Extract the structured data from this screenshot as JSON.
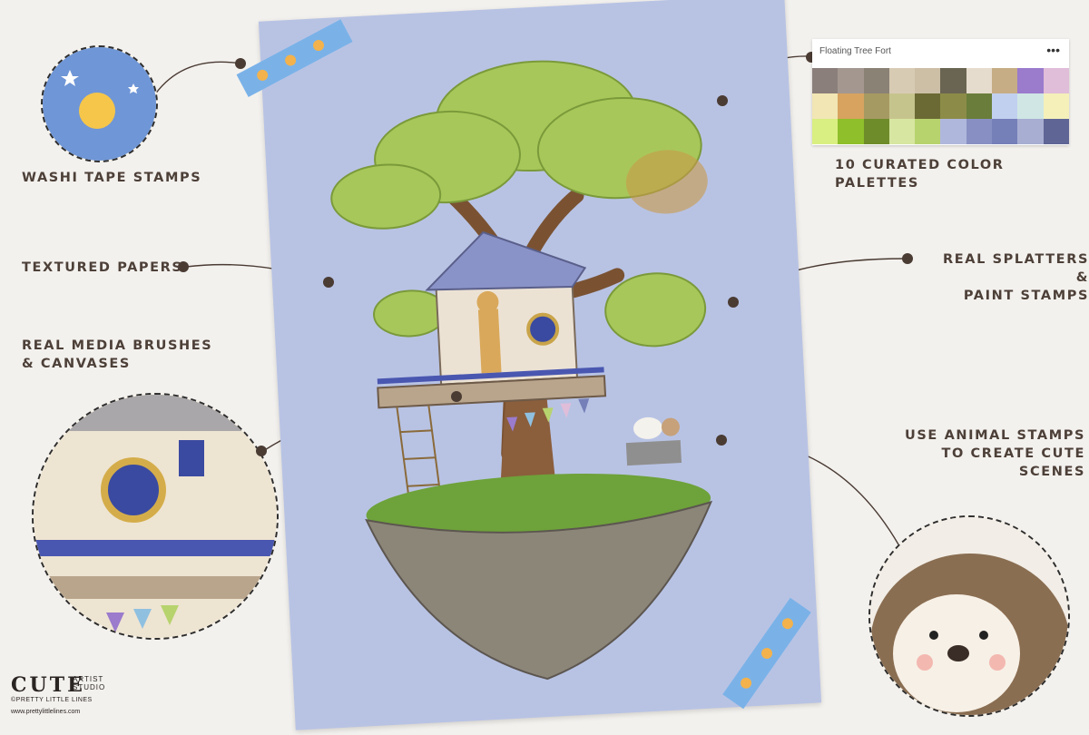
{
  "labels": {
    "washi": "WASHI TAPE STAMPS",
    "textured": "TEXTURED PAPERS",
    "brushes": "REAL MEDIA BRUSHES\n& CANVASES",
    "palettes": "10 CURATED COLOR PALETTES",
    "splatters": "REAL SPLATTERS &\nPAINT STAMPS",
    "animals": "USE ANIMAL STAMPS\nTO CREATE CUTE\nSCENES"
  },
  "palette": {
    "title": "Floating Tree Fort",
    "menu": "•••",
    "colors": [
      "#8b7f7b",
      "#a39790",
      "#8a8275",
      "#d8cbb4",
      "#cdbfa6",
      "#6a6552",
      "#e6dccd",
      "#c6ad85",
      "#9a7bcc",
      "#e0bdd9",
      "#f1e6b4",
      "#d7a35f",
      "#a69a63",
      "#c6c48d",
      "#6b6a34",
      "#8c8c48",
      "#6a7d3a",
      "#c1d0ef",
      "#cfe6e4",
      "#f5f0ba",
      "#d9ef82",
      "#8fbf2a",
      "#6f8c2b",
      "#d7e6a1",
      "#b7d36e",
      "#b0b7dc",
      "#8890c3",
      "#757fb8",
      "#a7aed2",
      "#5f6595"
    ]
  },
  "logo": {
    "cute": "CUTE",
    "artist": "ARTIST\nSTUDIO",
    "sub": "©PRETTY LITTLE LINES",
    "url": "www.prettylittlelines.com"
  }
}
